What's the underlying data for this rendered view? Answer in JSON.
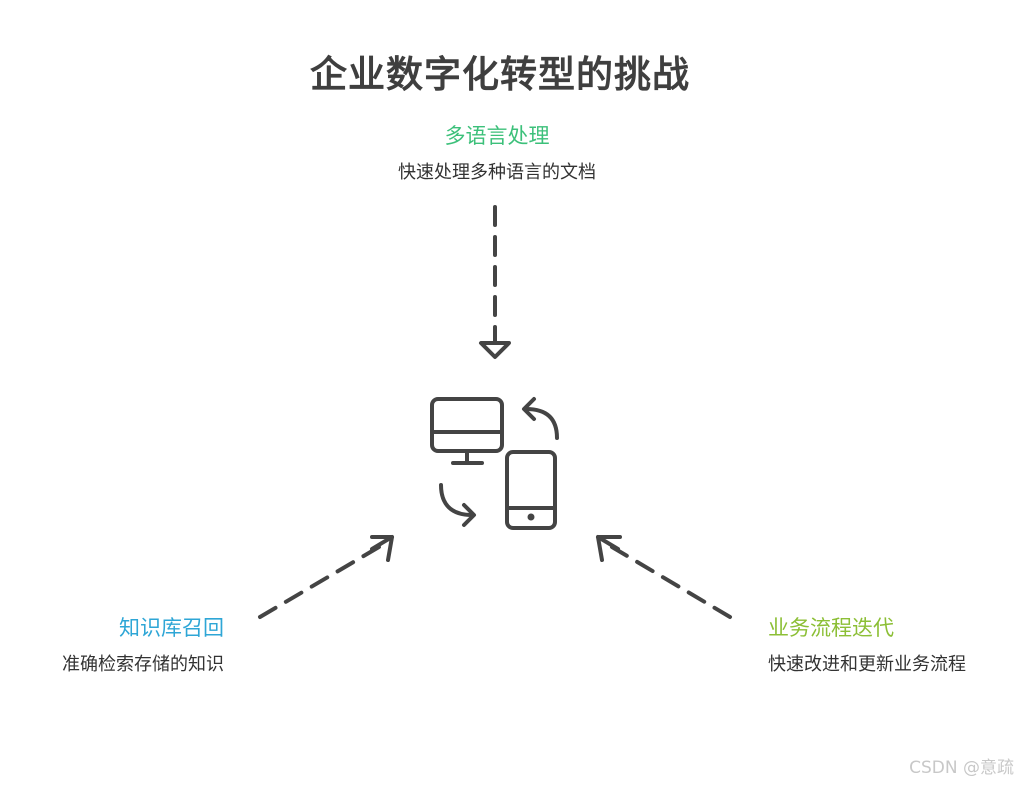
{
  "title": "企业数字化转型的挑战",
  "nodes": {
    "top": {
      "label": "多语言处理",
      "description": "快速处理多种语言的文档",
      "color": "#3cc07a"
    },
    "left": {
      "label": "知识库召回",
      "description": "准确检索存储的知识",
      "color": "#2ea6d6"
    },
    "right": {
      "label": "业务流程迭代",
      "description": "快速改进和更新业务流程",
      "color": "#8cbf36"
    }
  },
  "center_icon": "devices-sync-icon",
  "watermark": "CSDN @意疏"
}
